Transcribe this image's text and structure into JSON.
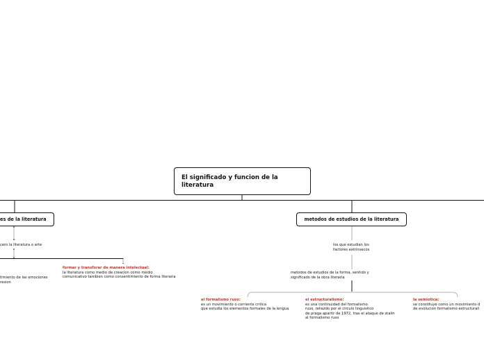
{
  "diagram": {
    "central": {
      "label": "El significado y funcion de la literatura"
    },
    "left_branch": {
      "label": "es de la literatura",
      "sub_text": "cero la literatura o arte",
      "items": [
        {
          "lines": [
            "timiento de las emociones",
            "resion"
          ]
        },
        {
          "title": "formar y transforar de manera intelectual:",
          "lines": [
            "la literatura como medio de creacion  como medio",
            "comunicativo tambien como consentimiento de forma literaria"
          ]
        }
      ]
    },
    "right_branch": {
      "label": "metodos de estudios de la literatura",
      "sub_text": [
        "los que estudian los",
        "factores extrinsecos"
      ],
      "sub_text_2": [
        "metodos de estudios de la forma, sentido y",
        "significado de la obra literaria"
      ],
      "items": [
        {
          "title": "el formalismo ruso:",
          "lines": [
            "es un movimiento o corriente critica",
            "que estudia los elementos formales de la lengua"
          ]
        },
        {
          "title": "el estructuralismo:",
          "lines": [
            "es una continuidad del formalismo",
            "ruso, reliazdo por el circulo linguistico",
            "de praga apartir de 1972, tras el ataque de stalin",
            "al formalismo ruso"
          ]
        },
        {
          "title": "la semiotica:",
          "lines": [
            "se constituye como un movimiento d",
            "de evolucion formalismo  estructurali"
          ]
        }
      ]
    },
    "colors": {
      "line": "#111111",
      "connector": "#b0b0b0",
      "accent": "#b03a2e"
    }
  }
}
